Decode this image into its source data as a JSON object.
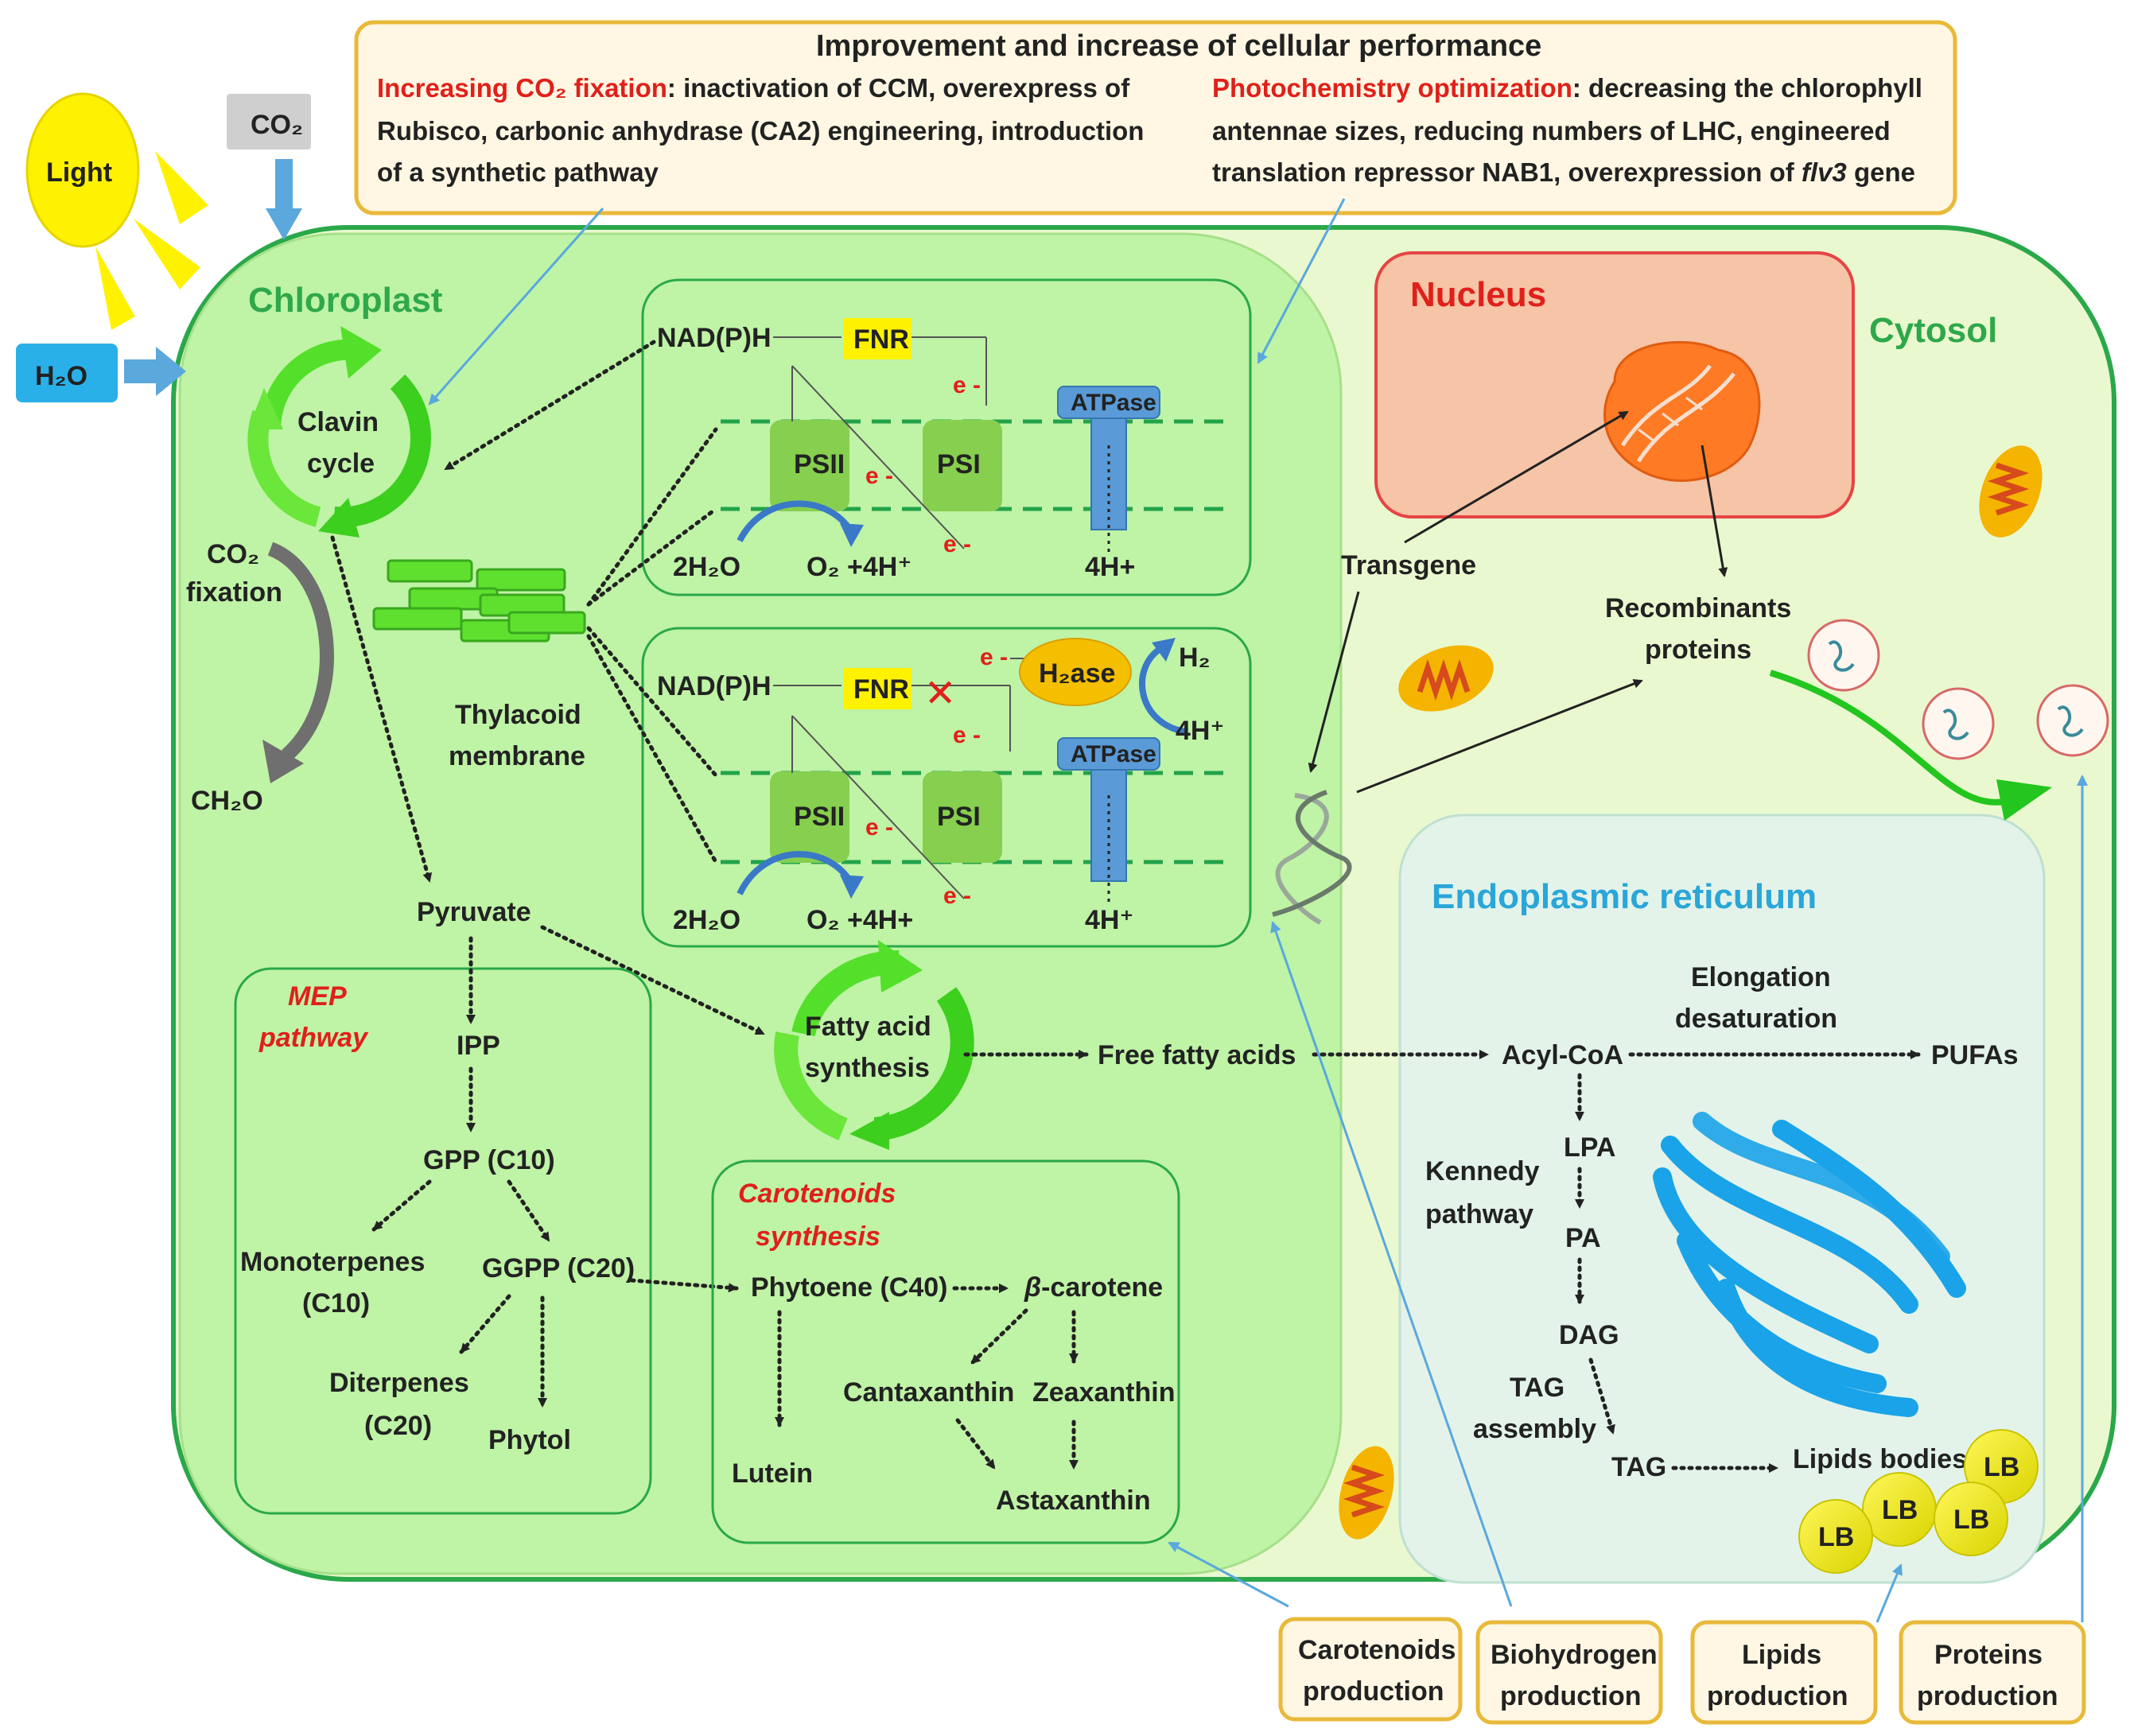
{
  "improvement_box": {
    "title": "Improvement and increase of cellular performance",
    "left_heading": "Increasing CO₂ fixation",
    "left_line1": ": inactivation of CCM, overexpress of",
    "left_line2": "Rubisco, carbonic anhydrase (CA2) engineering, introduction",
    "left_line3": "of a synthetic pathway",
    "right_heading": "Photochemistry optimization",
    "right_line1": ": decreasing the chlorophyll",
    "right_line2": "antennae sizes, reducing numbers of LHC, engineered",
    "right_line3_a": "translation repressor NAB1, overexpression of ",
    "right_line3_italic": "flv3",
    "right_line3_b": " gene"
  },
  "inputs": {
    "light": "Light",
    "co2": "CO₂",
    "h2o": "H₂O"
  },
  "compartments": {
    "chloroplast": "Chloroplast",
    "cytosol": "Cytosol",
    "nucleus": "Nucleus",
    "er": "Endoplasmic reticulum"
  },
  "calvin": {
    "line1": "Clavin",
    "line2": "cycle",
    "co2_fixation_1": "CO₂",
    "co2_fixation_2": "fixation",
    "ch2o": "CH₂O"
  },
  "thylakoid": {
    "line1": "Thylacoid",
    "line2": "membrane"
  },
  "photo_top": {
    "nadph": "NAD(P)H",
    "fnr": "FNR",
    "psii": "PSII",
    "psi": "PSI",
    "atpase": "ATPase",
    "e": "e -",
    "water": "2H₂O",
    "o2": "O₂ +4H⁺",
    "protons": "4H+"
  },
  "photo_bottom": {
    "nadph": "NAD(P)H",
    "fnr": "FNR",
    "cross": "✕",
    "h2ase": "H₂ase",
    "h2": "H₂",
    "h_plus": "4H⁺",
    "psii": "PSII",
    "psi": "PSI",
    "atpase": "ATPase",
    "e": "e -",
    "water": "2H₂O",
    "o2": "O₂ +4H+",
    "protons": "4H⁺"
  },
  "nucleus_area": {
    "transgene": "Transgene",
    "recomb_1": "Recombinants",
    "recomb_2": "proteins"
  },
  "metabolism": {
    "pyruvate": "Pyruvate",
    "fatty_1": "Fatty acid",
    "fatty_2": "synthesis",
    "free_fatty": "Free fatty acids"
  },
  "mep": {
    "title_1": "MEP",
    "title_2": "pathway",
    "ipp": "IPP",
    "gpp": "GPP (C10)",
    "mono_1": "Monoterpenes",
    "mono_2": "(C10)",
    "ggpp": "GGPP (C20)",
    "di_1": "Diterpenes",
    "di_2": "(C20)",
    "phytol": "Phytol"
  },
  "carotenoids": {
    "title_1": "Carotenoids",
    "title_2": "synthesis",
    "phytoene": "Phytoene (C40)",
    "beta_symbol": "β",
    "beta_rest": "-carotene",
    "lutein": "Lutein",
    "cantaxanthin": "Cantaxanthin",
    "zeaxanthin": "Zeaxanthin",
    "astaxanthin": "Astaxanthin"
  },
  "er_pathway": {
    "acyl_coa": "Acyl-CoA",
    "elong_1": "Elongation",
    "elong_2": "desaturation",
    "pufas": "PUFAs",
    "kennedy_1": "Kennedy",
    "kennedy_2": "pathway",
    "lpa": "LPA",
    "pa": "PA",
    "dag": "DAG",
    "tag_asm_1": "TAG",
    "tag_asm_2": "assembly",
    "tag": "TAG",
    "lipid_bodies": "Lipids bodies",
    "lb": "LB"
  },
  "products": [
    {
      "line1": "Carotenoids",
      "line2": "production"
    },
    {
      "line1": "Biohydrogen",
      "line2": "production"
    },
    {
      "line1": "Lipids",
      "line2": "production"
    },
    {
      "line1": "Proteins",
      "line2": "production"
    }
  ],
  "colors": {
    "cell_fill": "#eaf8cf",
    "cell_border": "#2aa84a",
    "chloroplast_fill": "#bff3a6",
    "nucleus_fill": "#f6c4a6",
    "nucleus_border": "#e54545",
    "er_fill": "#e3f3ea",
    "box_border": "#e9b93a",
    "box_fill": "#fff7e3",
    "fnr": "#fff200",
    "ps": "#86cf4f",
    "atpase": "#5a9ad6",
    "lb": "#f2ee2c"
  }
}
